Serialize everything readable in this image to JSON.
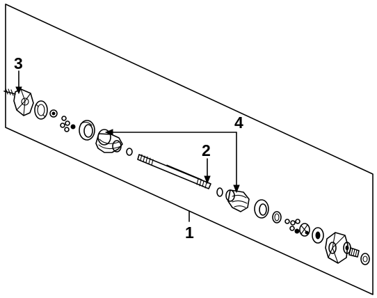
{
  "diagram": {
    "callouts": {
      "label_1": "1",
      "label_2": "2",
      "label_3": "3",
      "label_4": "4"
    },
    "parts": [
      "outer-cv-joint",
      "bearing-race",
      "ball-cage",
      "boot-clamp",
      "outer-boot",
      "outer-snap-ring",
      "axle-shaft",
      "inner-snap-ring",
      "inner-boot",
      "inner-boot-clamp",
      "spacer-ring",
      "inner-bearing-balls",
      "inner-cage",
      "tripod-spider",
      "inner-housing",
      "stub-shaft"
    ]
  }
}
